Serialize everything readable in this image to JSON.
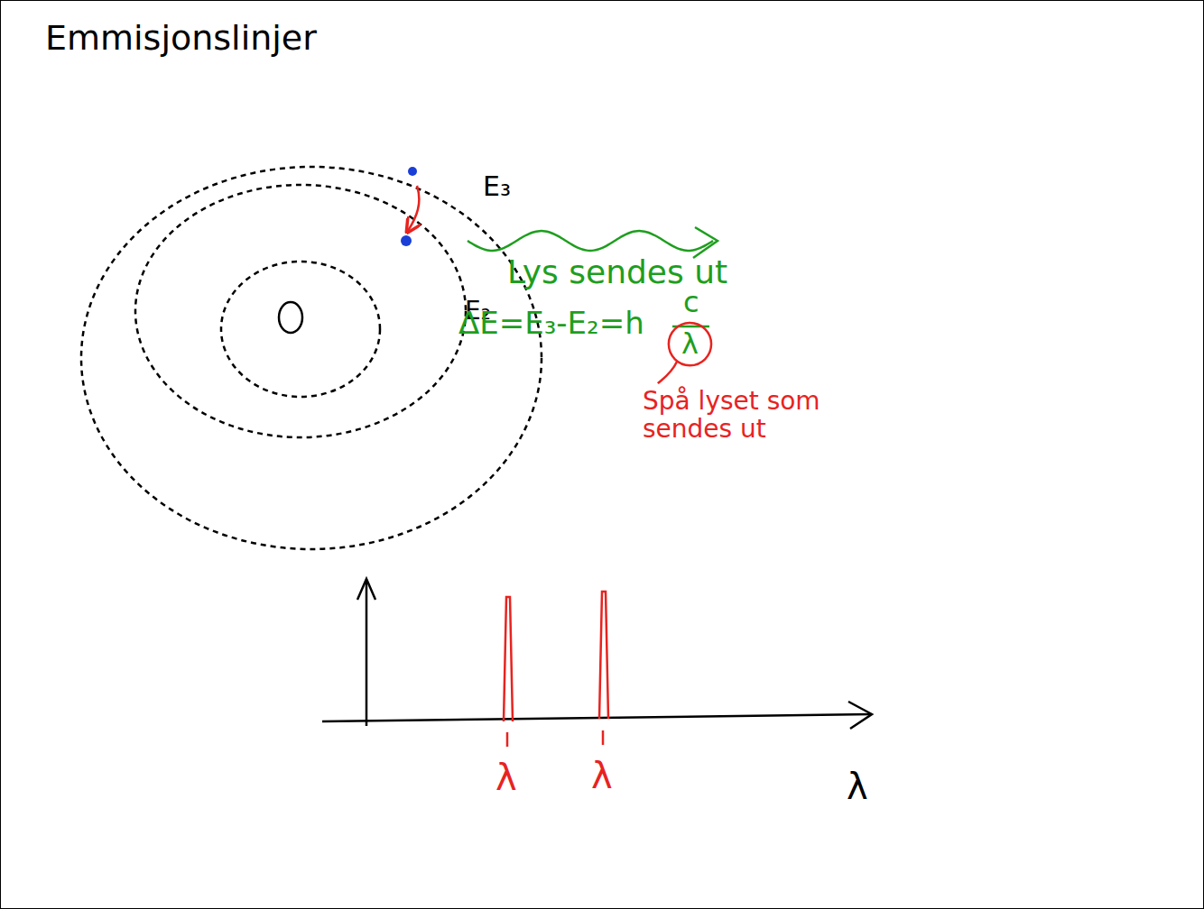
{
  "diagram": {
    "title": "Emmisjonslinjer",
    "labels": [
      "E₃",
      "E₂",
      "Lys sendes ut",
      "ΔE=E₃-E₂=h",
      "c",
      "λ",
      "Spå lyset som sendes ut",
      "λ",
      "λ",
      "λ"
    ]
  }
}
